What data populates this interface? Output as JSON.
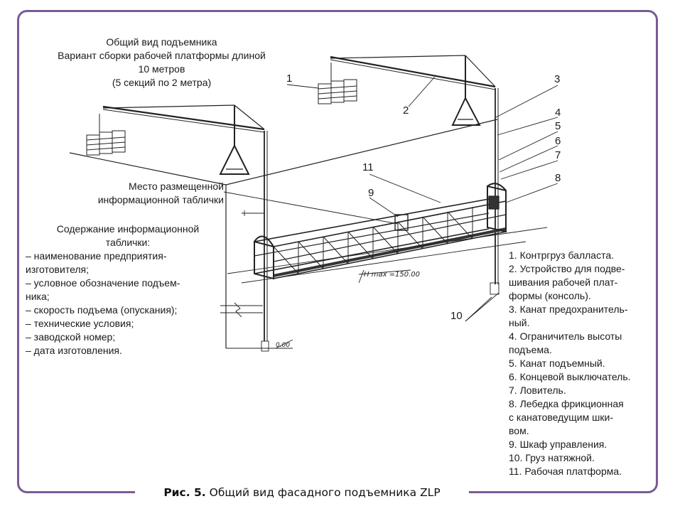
{
  "title_lines": [
    "Общий вид подъемника",
    "Вариант сборки рабочей платформы длиной",
    "10 метров",
    "(5 секций по 2 метра)"
  ],
  "plate_label_lines": [
    "Место размещенной",
    "информационной таблички"
  ],
  "info_heading_lines": [
    "Содержание информационной",
    "таблички:"
  ],
  "info_items": [
    "–  наименование предприятия-",
    "     изготовителя;",
    "–  условное обозначение подъем-",
    "     ника;",
    "–  скорость подъема (опускания);",
    "–  технические условия;",
    "–  заводской номер;",
    "–  дата изготовления."
  ],
  "legend_items": [
    "1. Контргруз балласта.",
    "2. Устройство для подве-",
    "    шивания рабочей плат-",
    "    формы (консоль).",
    "3. Канат предохранитель-",
    "    ный.",
    "4. Ограничитель высоты",
    "    подъема.",
    "5. Канат подъемный.",
    "6. Концевой выключатель.",
    "7. Ловитель.",
    "8. Лебедка фрикционная",
    "    с канатоведущим шки-",
    "    вом.",
    "9. Шкаф управления.",
    "10. Груз натяжной.",
    "11. Рабочая платформа."
  ],
  "callouts": [
    "1",
    "2",
    "3",
    "4",
    "5",
    "6",
    "7",
    "8",
    "9",
    "10",
    "11"
  ],
  "dimension_label": "H max =150.00",
  "ground_level_label": "0.00",
  "caption_bold": "Рис. 5.",
  "caption_text": " Общий вид фасадного подъемника ZLP",
  "colors": {
    "frame": "#7a5a98",
    "lines": "#222222"
  }
}
